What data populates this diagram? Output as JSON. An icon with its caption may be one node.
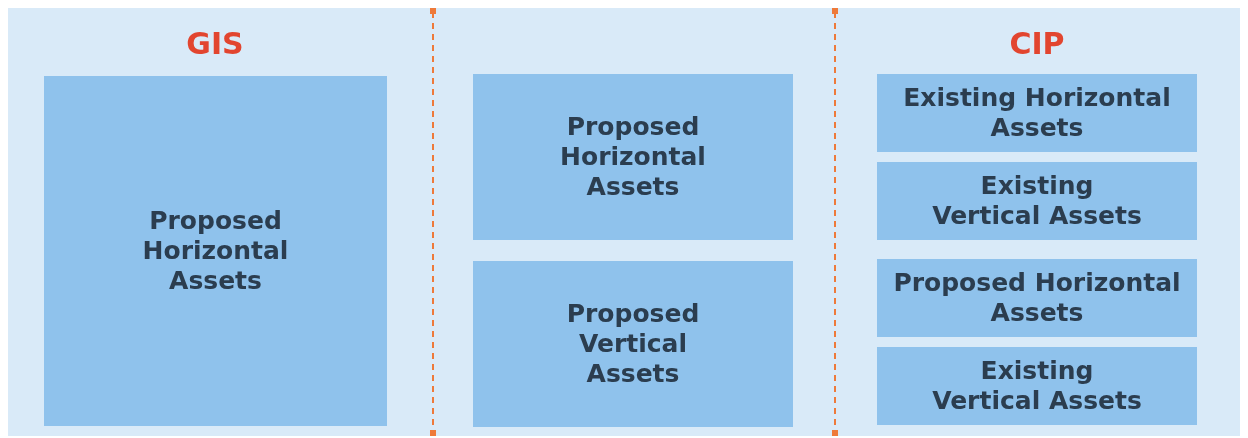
{
  "diagram": {
    "nodes": [
      {
        "text": [
          "Proposed Horizontal Assets"
        ]
      },
      {
        "text": [
          "Proposed Horizontal Assets"
        ]
      },
      {
        "text": [
          "Proposed Vertical Assets"
        ]
      },
      {
        "text": [
          "Existing Horizontal Assets"
        ]
      },
      {
        "text": [
          "Existing Vertical Assets"
        ]
      },
      {
        "text": [
          "Proposed Horizontal Assets"
        ]
      },
      {
        "text": [
          "Existing Vertical Assets"
        ]
      }
    ],
    "edges": [],
    "labels": [
      "GIS",
      "CIP"
    ]
  }
}
